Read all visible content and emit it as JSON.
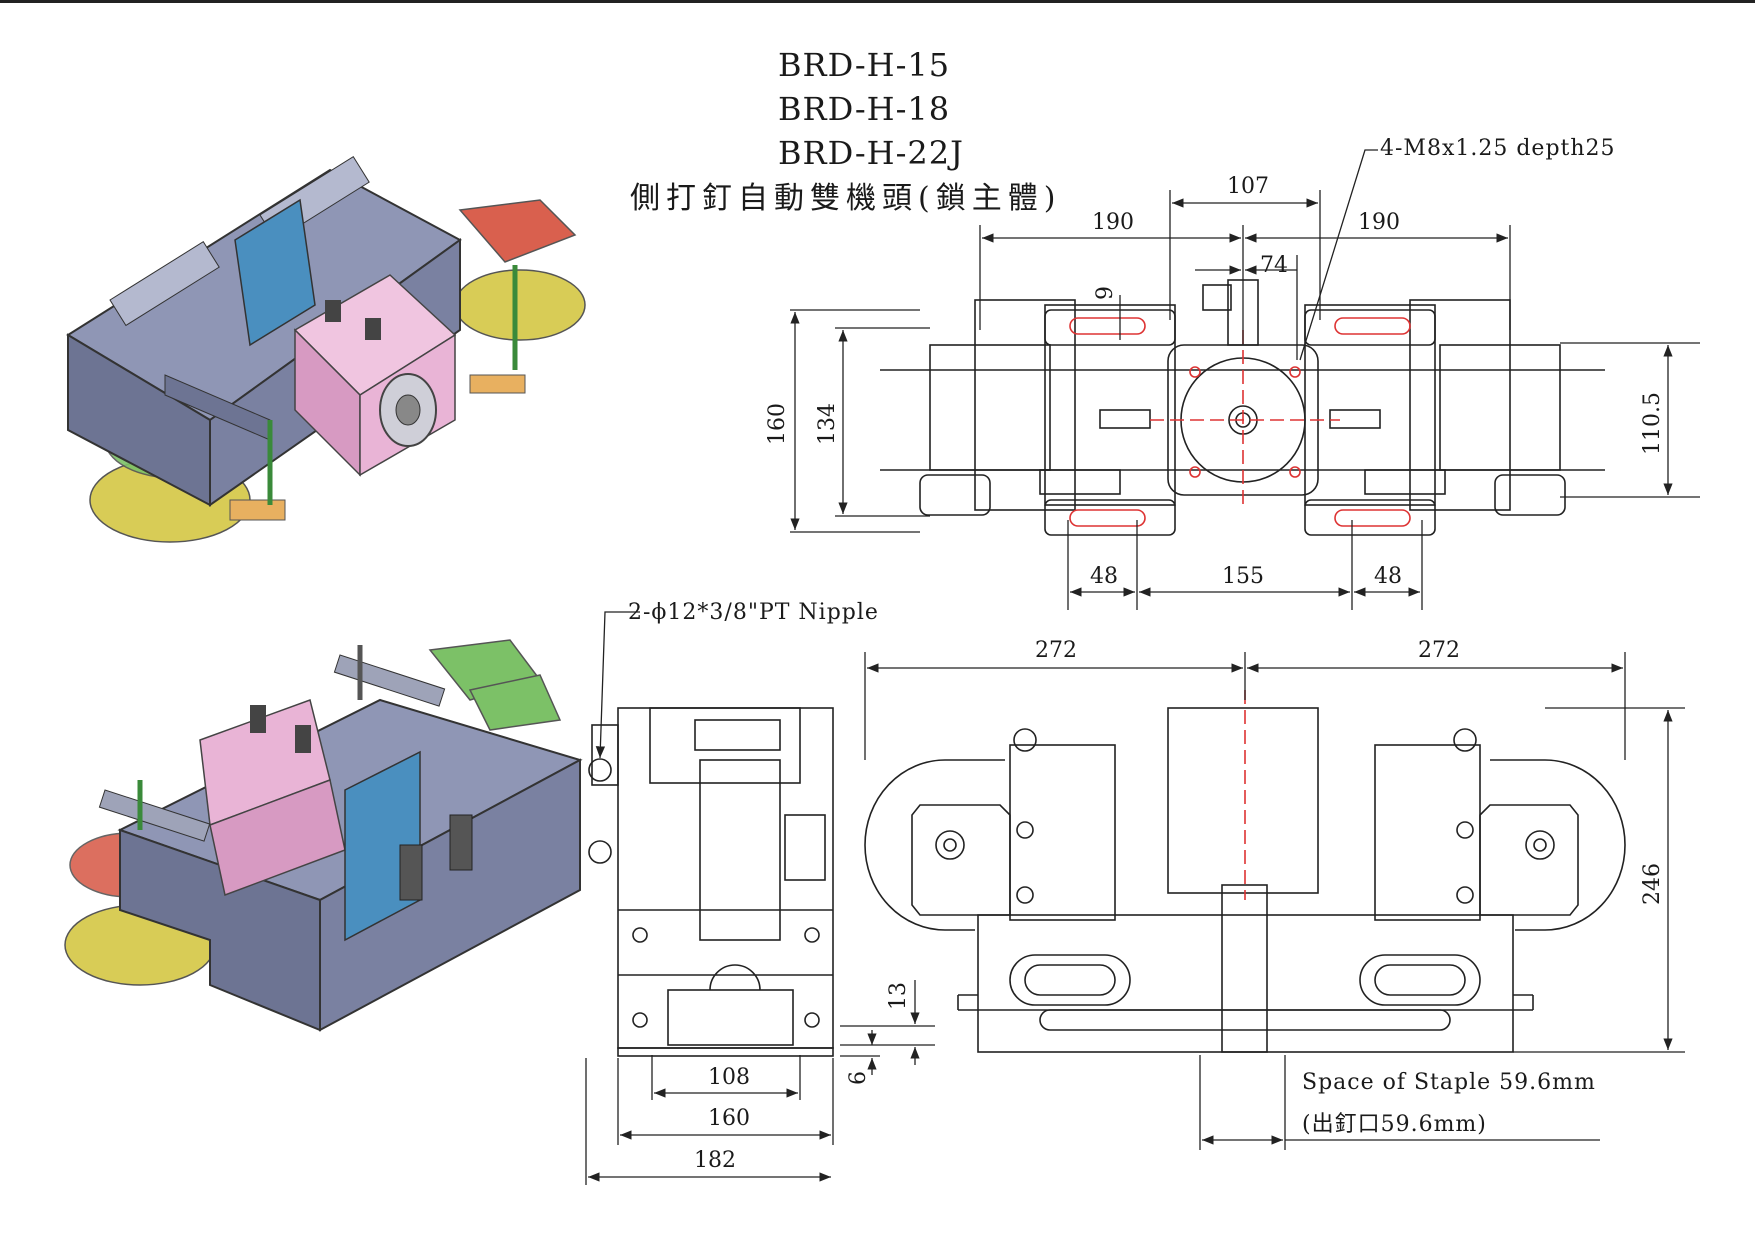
{
  "models": [
    "BRD-H-15",
    "BRD-H-18",
    "BRD-H-22J"
  ],
  "title_cn": "側打釘自動雙機頭(鎖主體)",
  "callouts": {
    "thread": "4-M8x1.25 depth25",
    "nipple": "2-ϕ12*3/8\"PT Nipple"
  },
  "staple_space": {
    "en": "Space of Staple 59.6mm",
    "cn": "(出釘口59.6mm)"
  },
  "top_view_dims": {
    "d107": "107",
    "d190_left": "190",
    "d190_right": "190",
    "d74": "74",
    "d9": "9",
    "d160": "160",
    "d134": "134",
    "d110_5": "110.5",
    "d48_left": "48",
    "d155": "155",
    "d48_right": "48"
  },
  "side_view_dims": {
    "d13": "13",
    "d6": "6",
    "d108": "108",
    "d160": "160",
    "d182": "182"
  },
  "front_view_dims": {
    "d272_left": "272",
    "d272_right": "272",
    "d246": "246"
  },
  "iso_colors": {
    "frame": "#8f96b5",
    "frame_dark": "#6d7493",
    "motor": "#e9b4d6",
    "band": "#4a8fbf",
    "disc_red": "#d9604e",
    "disc_yellow": "#d8cc56",
    "disc_green": "#7cc167",
    "plate": "#e8b060"
  }
}
